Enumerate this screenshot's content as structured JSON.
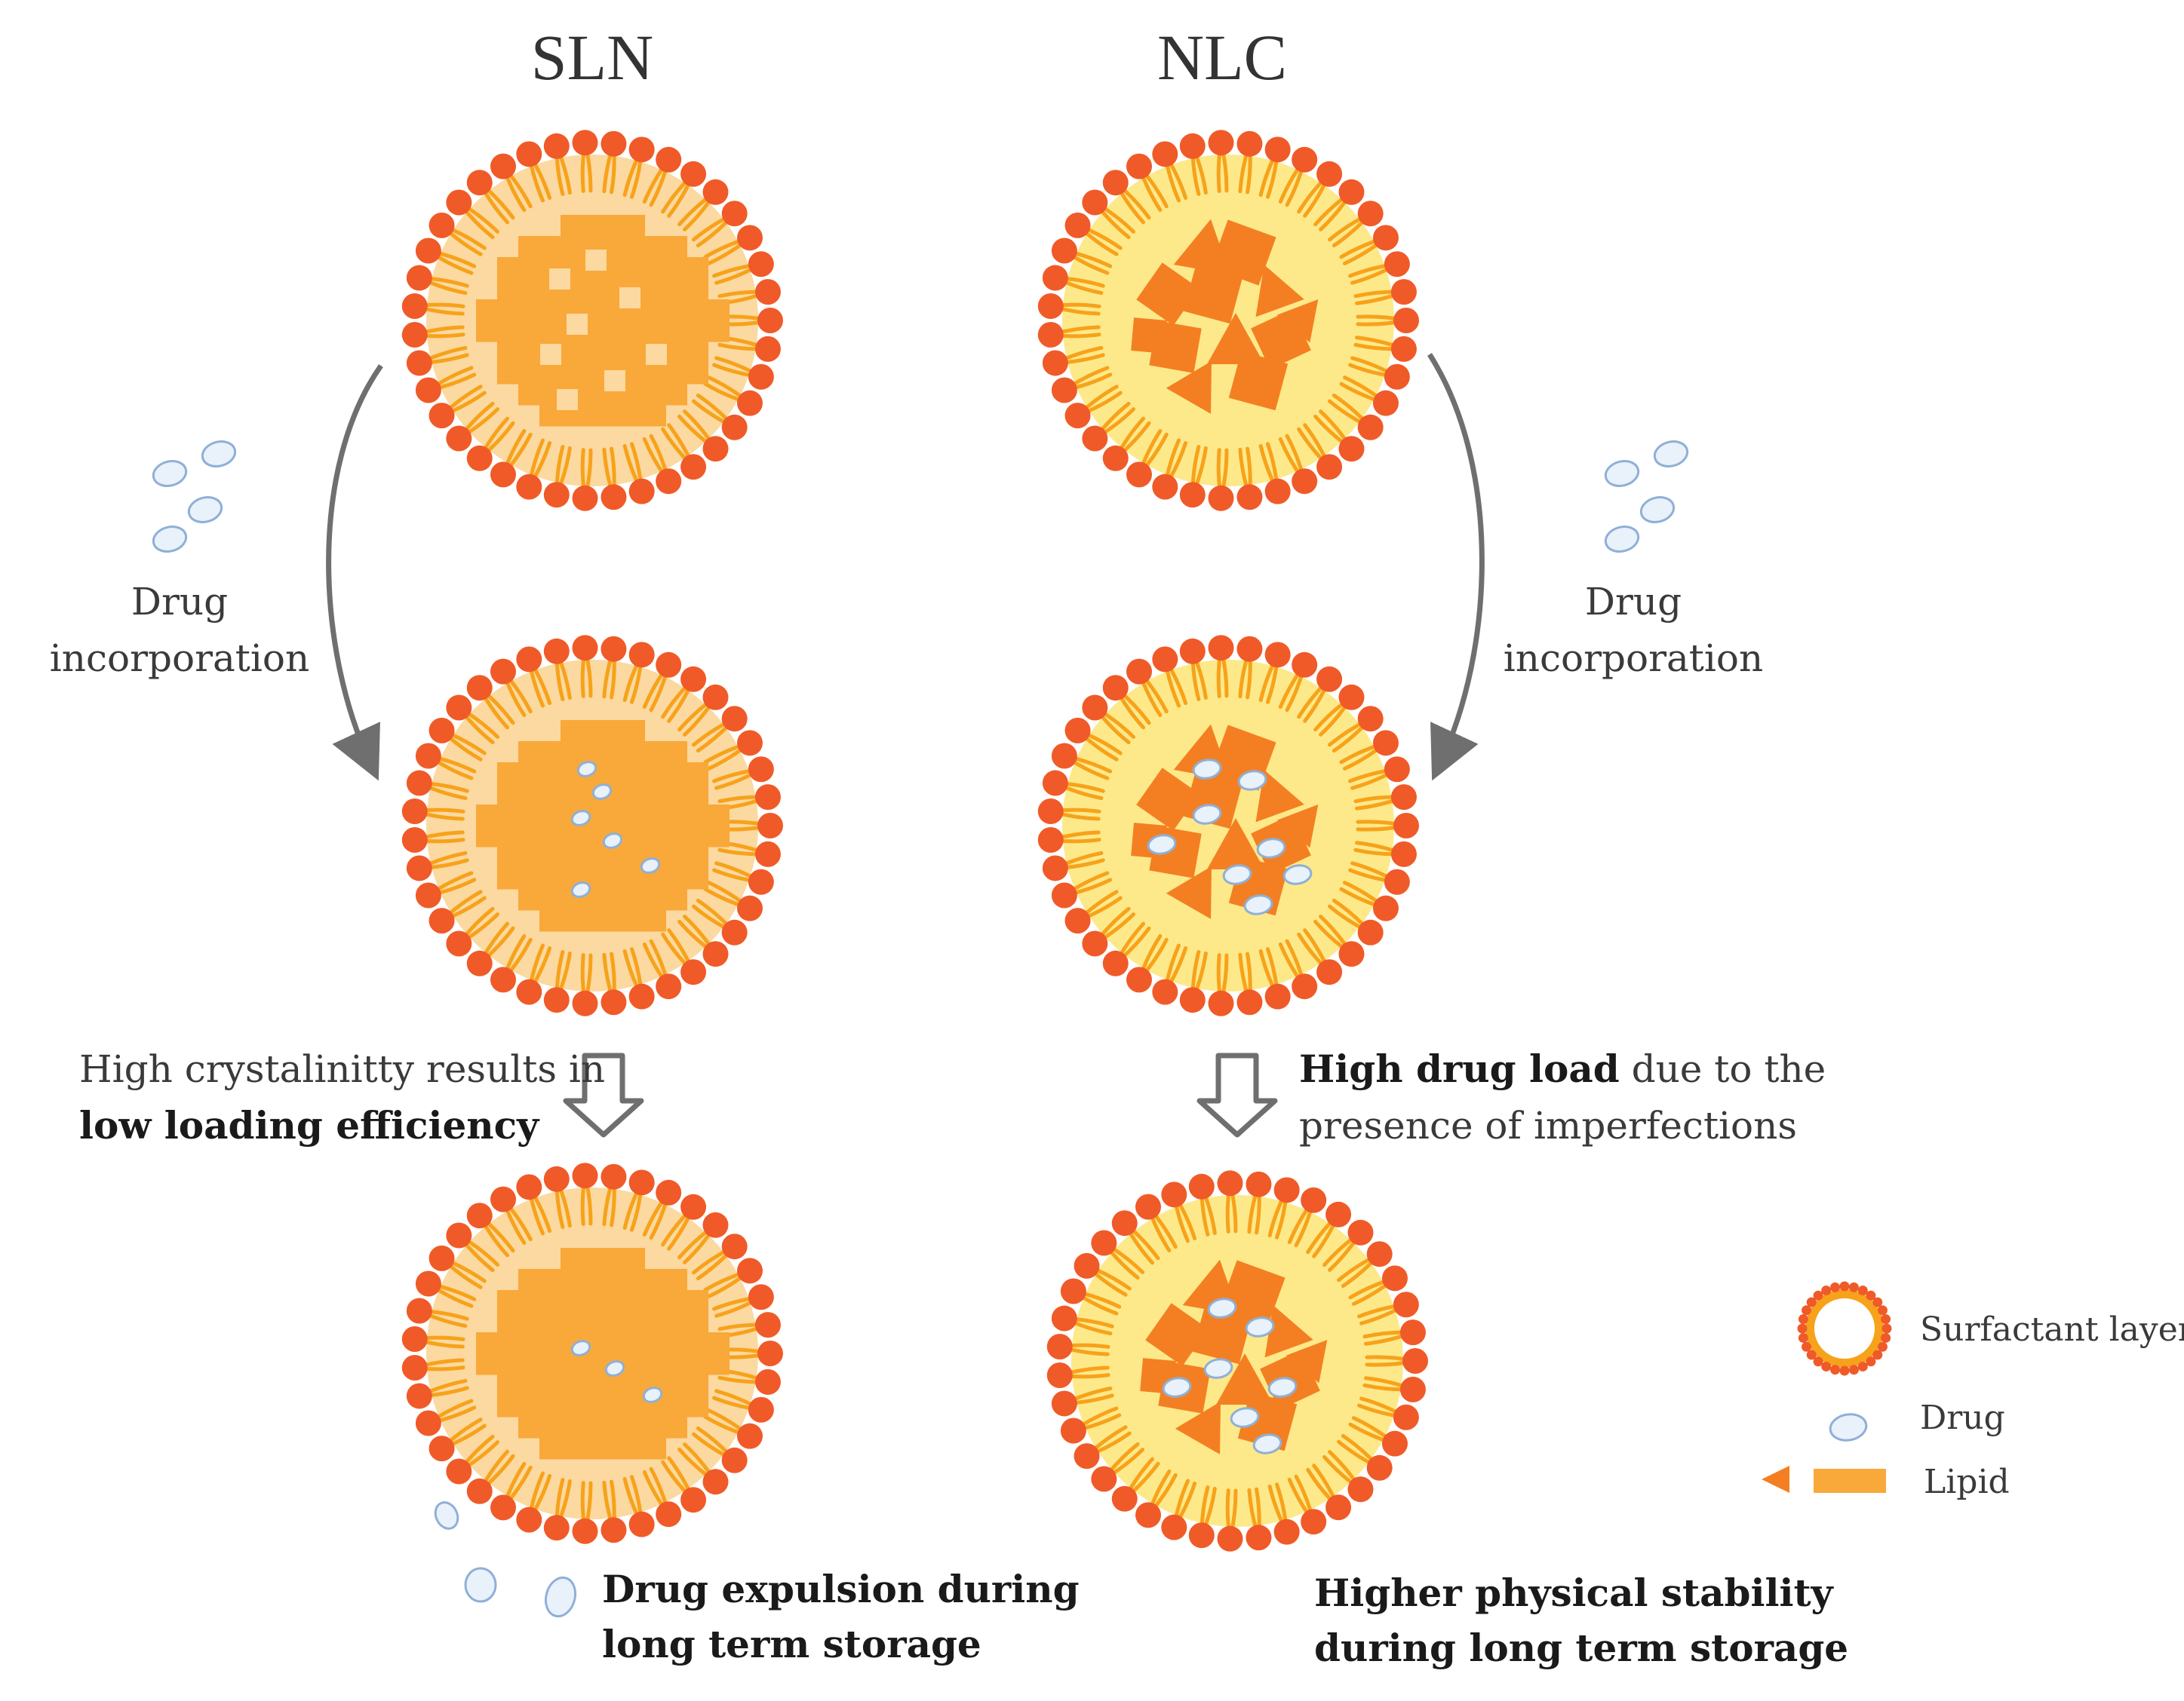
{
  "titles": {
    "sln": "SLN",
    "nlc": "NLC"
  },
  "left": {
    "incorporation": [
      "Drug",
      "incorporation"
    ],
    "caption_line1": "High crystalinitty results in",
    "caption_line2_bold": "low loading efficiency",
    "outcome": [
      "Drug expulsion during",
      "long term storage"
    ]
  },
  "right": {
    "incorporation": [
      "Drug",
      "incorporation"
    ],
    "caption_line1_bold": "High drug load",
    "caption_line1_rest": " due to the",
    "caption_line2": "presence of imperfections",
    "outcome": [
      "Higher physical stability",
      "during long term storage"
    ]
  },
  "legend": {
    "surfactant": "Surfactant layer",
    "drug": "Drug",
    "lipid": "Lipid"
  },
  "colors": {
    "head": "#f05a28",
    "tail": "#f7a21b",
    "sln_core": "#fbd9a0",
    "nlc_core": "#fde98a",
    "lipid_block": "#f9a83a",
    "lipid_crystal": "#f47f22",
    "drug_fill": "#e9f1fb",
    "drug_stroke": "#8fb0d6",
    "arrow": "#6f6f6f"
  }
}
